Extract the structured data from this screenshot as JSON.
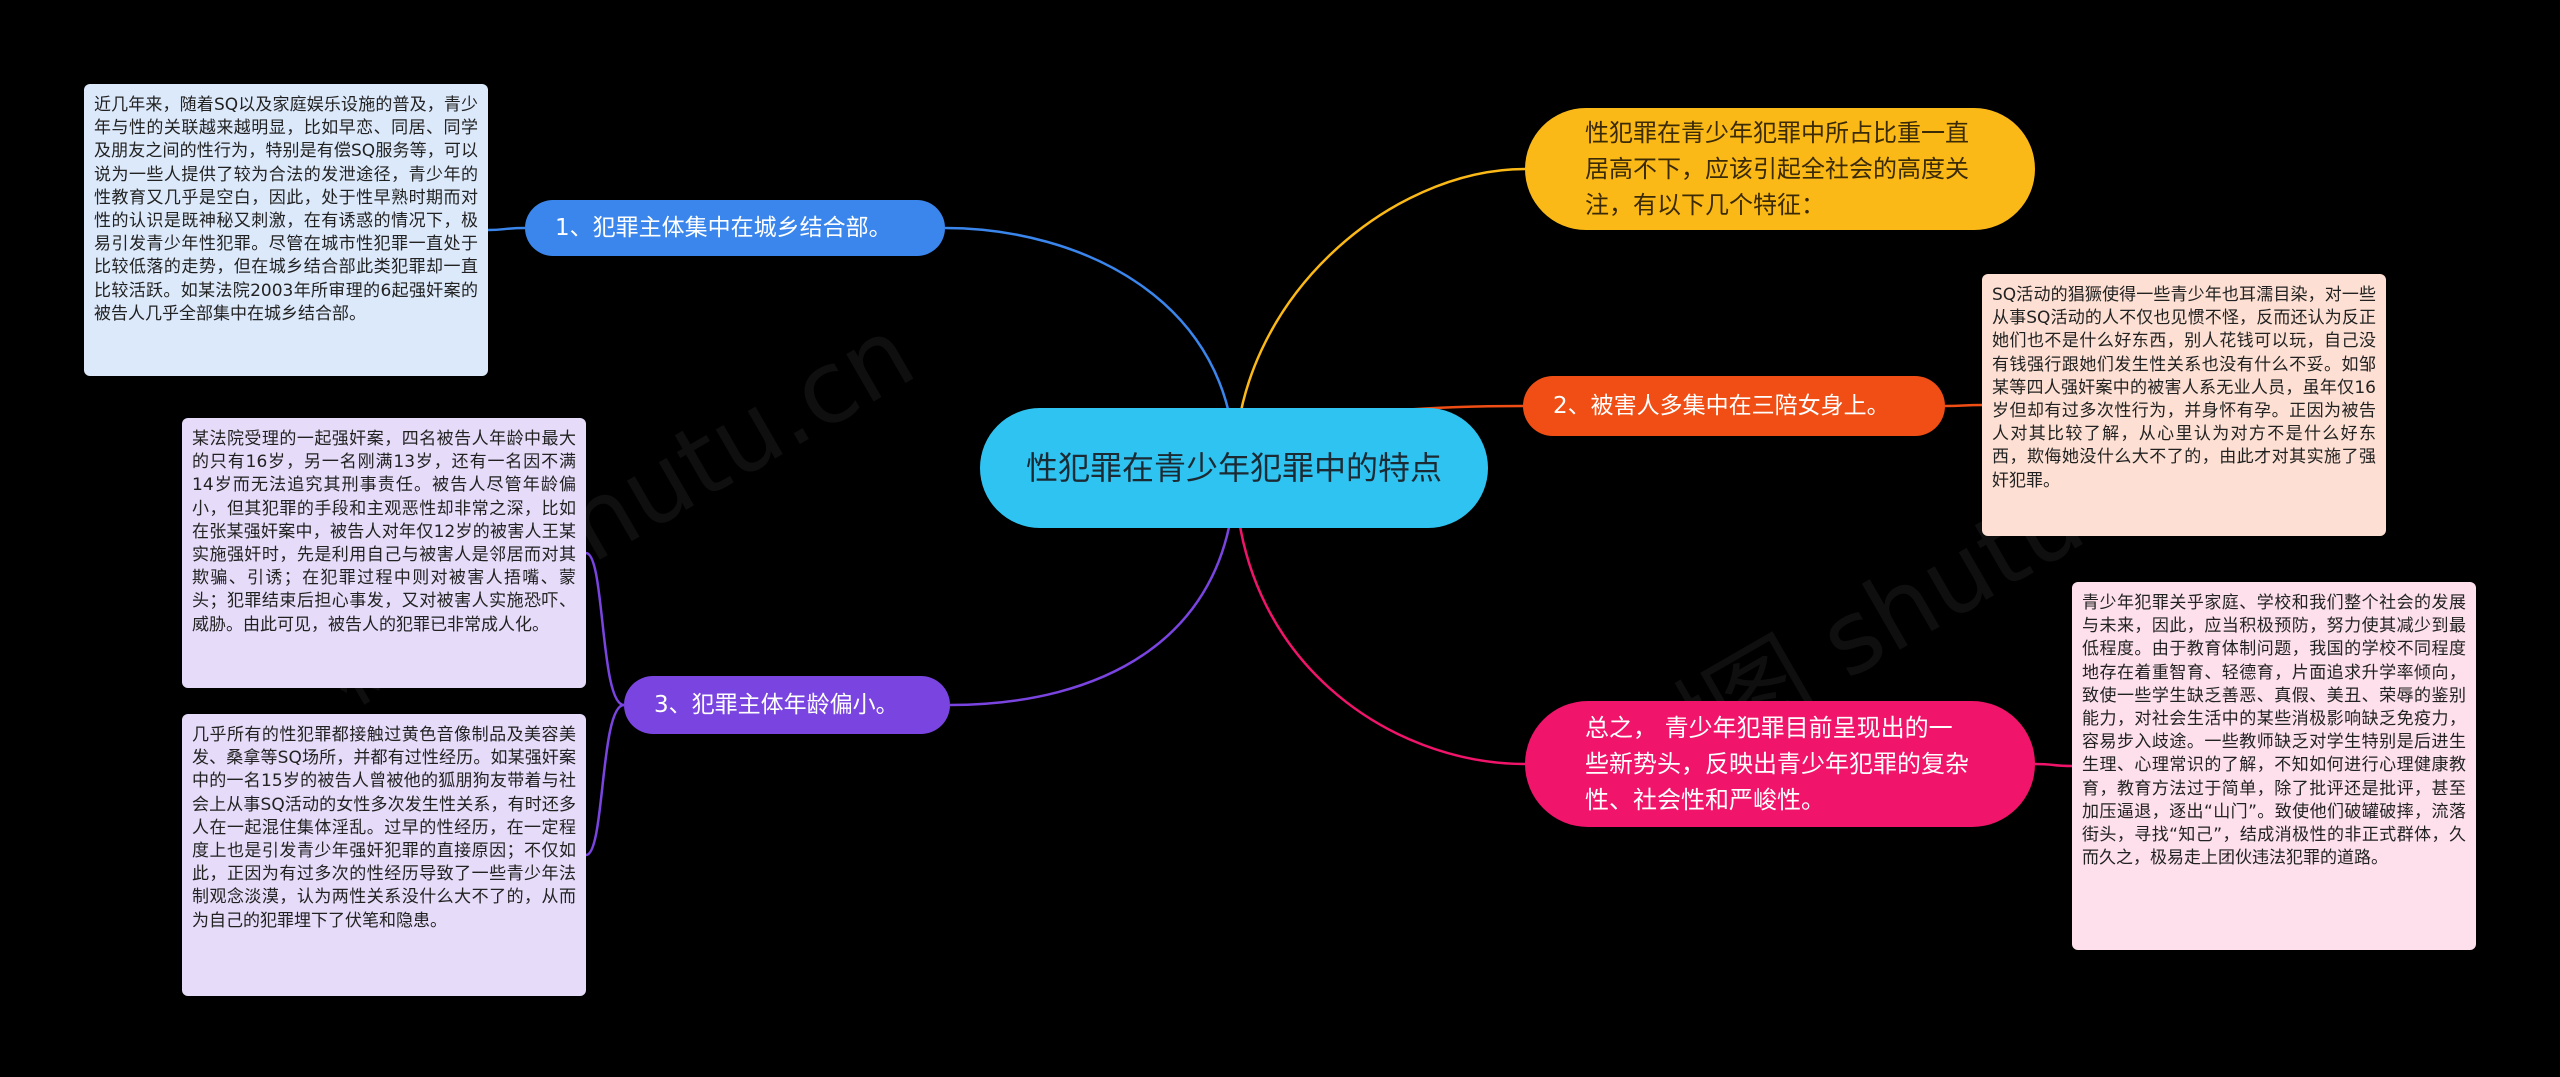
{
  "mindmap": {
    "root": "性犯罪在青少年犯罪中的特点",
    "branches": {
      "b1": "1、犯罪主体集中在城乡结合部。",
      "b2": "2、被害人多集中在三陪女身上。",
      "b3": "3、犯罪主体年龄偏小。",
      "b4": "性犯罪在青少年犯罪中所占比重一直居高不下，应该引起全社会的高度关注，有以下几个特征：",
      "b5": "总之， 青少年犯罪目前呈现出的一些新势头，反映出青少年犯罪的复杂性、社会性和严峻性。"
    },
    "notes": {
      "n1": "近几年来，随着SQ以及家庭娱乐设施的普及，青少年与性的关联越来越明显，比如早恋、同居、同学及朋友之间的性行为，特别是有偿SQ服务等，可以说为一些人提供了较为合法的发泄途径，青少年的性教育又几乎是空白，因此，处于性早熟时期而对性的认识是既神秘又刺激，在有诱惑的情况下，极易引发青少年性犯罪。尽管在城市性犯罪一直处于比较低落的走势，但在城乡结合部此类犯罪却一直比较活跃。如某法院2003年所审理的6起强奸案的被告人几乎全部集中在城乡结合部。",
      "n2": "某法院受理的一起强奸案，四名被告人年龄中最大的只有16岁，另一名刚满13岁，还有一名因不满14岁而无法追究其刑事责任。被告人尽管年龄偏小，但其犯罪的手段和主观恶性却非常之深，比如在张某强奸案中，被告人对年仅12岁的被害人王某实施强奸时，先是利用自己与被害人是邻居而对其欺骗、引诱；在犯罪过程中则对被害人捂嘴、蒙头；犯罪结束后担心事发，又对被害人实施恐吓、威胁。由此可见，被告人的犯罪已非常成人化。",
      "n3": "几乎所有的性犯罪都接触过黄色音像制品及美容美发、桑拿等SQ场所，并都有过性经历。如某强奸案中的一名15岁的被告人曾被他的狐朋狗友带着与社会上从事SQ活动的女性多次发生性关系，有时还多人在一起混住集体淫乱。过早的性经历，在一定程度上也是引发青少年强奸犯罪的直接原因；不仅如此，正因为有过多次的性经历导致了一些青少年法制观念淡漠，认为两性关系没什么大不了的，从而为自己的犯罪埋下了伏笔和隐患。",
      "n4": "SQ活动的猖獗使得一些青少年也耳濡目染，对一些从事SQ活动的人不仅也见惯不怪，反而还认为反正她们也不是什么好东西，别人花钱可以玩，自己没有钱强行跟她们发生性关系也没有什么不妥。如邹某等四人强奸案中的被害人系无业人员，虽年仅16岁但却有过多次性行为，并身怀有孕。正因为被告人对其比较了解，从心里认为对方不是什么好东西，欺侮她没什么大不了的，由此才对其实施了强奸犯罪。",
      "n5": "青少年犯罪关乎家庭、学校和我们整个社会的发展与未来，因此，应当积极预防，努力使其减少到最低程度。由于教育体制问题，我国的学校不同程度地存在着重智育、轻德育，片面追求升学率倾向，致使一些学生缺乏善恶、真假、美丑、荣辱的鉴别能力，对社会生活中的某些消极影响缺乏免疫力，容易步入歧途。一些教师缺乏对学生特别是后进生生理、心理常识的了解，不知如何进行心理健康教育，教育方法过于简单，除了批评还是批评，甚至加压逼退，逐出“山门”。致使他们破罐破摔，流落街头，寻找“知己”，结成消极性的非正式群体，久而久之，极易走上团伙违法犯罪的道路。"
    },
    "watermarks": [
      "树图 shutu.cn",
      "树图 shutu.cn"
    ],
    "colors": {
      "background": "#000000",
      "root": "#2ec3f0",
      "branch1": "#3a86ec",
      "branch2": "#f04e14",
      "branch3": "#7a44e0",
      "branch4": "#fbb917",
      "branch5": "#f0146b"
    }
  }
}
